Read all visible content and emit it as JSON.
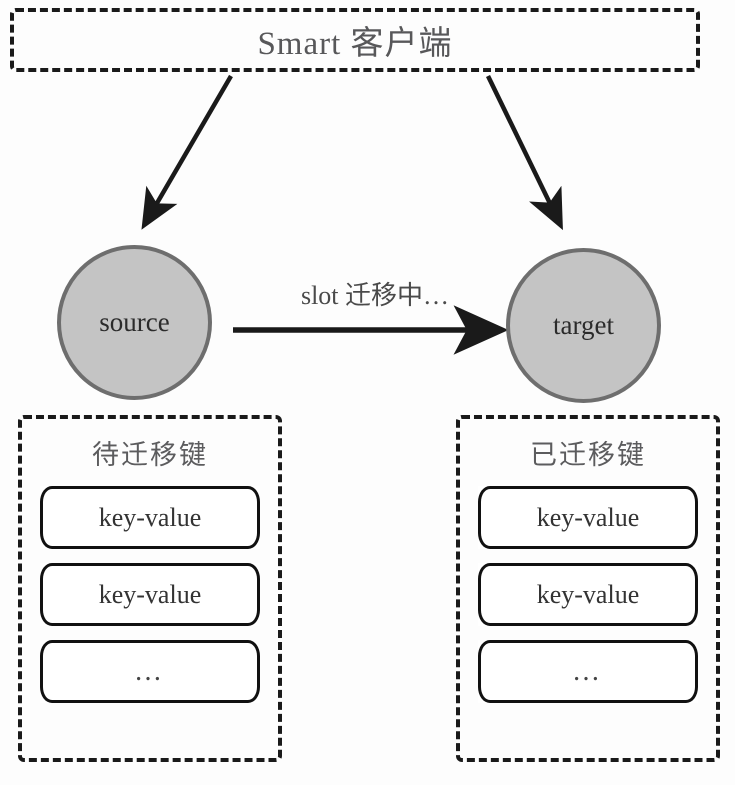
{
  "diagram": {
    "title": "Smart 客户端 / slot 迁移中 key-value 迁移示意图",
    "colors": {
      "node_fill": "#c4c4c4",
      "node_stroke": "#6e6e6e",
      "dashed_stroke": "#1a1a1a",
      "arrow_stroke": "#1a1a1a",
      "text": "#333333",
      "background": "#fdfdfd"
    }
  },
  "client": {
    "label": "Smart 客户端"
  },
  "nodes": [
    {
      "id": "source",
      "label": "source"
    },
    {
      "id": "target",
      "label": "target"
    }
  ],
  "edges": {
    "migration_label": "slot 迁移中…",
    "client_to_source": "",
    "client_to_target": ""
  },
  "panels": [
    {
      "id": "pending",
      "title": "待迁移键",
      "items": [
        {
          "label": "key-value"
        },
        {
          "label": "key-value"
        },
        {
          "label": "…"
        }
      ]
    },
    {
      "id": "migrated",
      "title": "已迁移键",
      "items": [
        {
          "label": "key-value"
        },
        {
          "label": "key-value"
        },
        {
          "label": "…"
        }
      ]
    }
  ]
}
